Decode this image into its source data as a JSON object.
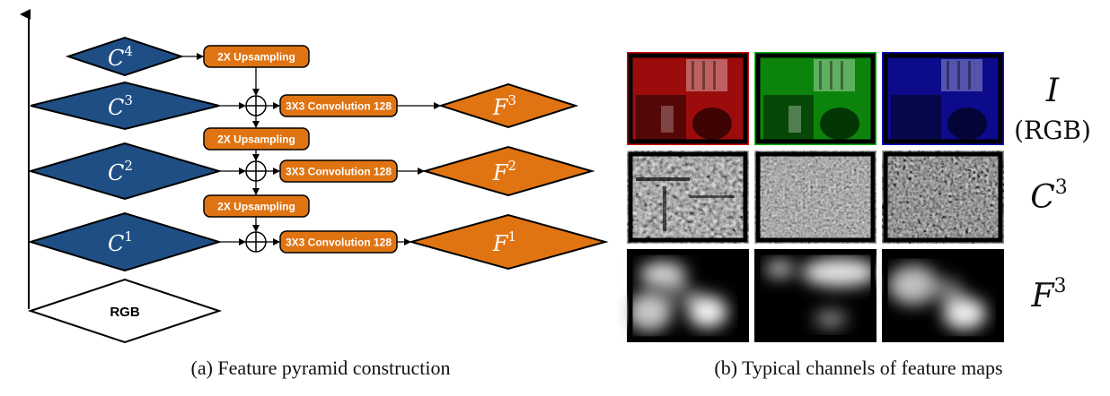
{
  "colors": {
    "blue": "#1f4e85",
    "orange": "#e07412",
    "outline": "#000000",
    "white": "#ffffff"
  },
  "panel_a": {
    "caption": "(a) Feature pyramid construction",
    "rgb_label": "RGB",
    "c_levels": [
      {
        "base": "C",
        "sup": "4"
      },
      {
        "base": "C",
        "sup": "3"
      },
      {
        "base": "C",
        "sup": "2"
      },
      {
        "base": "C",
        "sup": "1"
      }
    ],
    "f_levels": [
      {
        "base": "F",
        "sup": "3"
      },
      {
        "base": "F",
        "sup": "2"
      },
      {
        "base": "F",
        "sup": "1"
      }
    ],
    "upsampling_label": "2X Upsampling",
    "convolution_label": "3X3 Convolution 128"
  },
  "panel_b": {
    "caption": "(b) Typical channels of feature maps",
    "row_labels": [
      {
        "base": "I",
        "sup": "",
        "sub": "(RGB)"
      },
      {
        "base": "C",
        "sup": "3",
        "sub": ""
      },
      {
        "base": "F",
        "sup": "3",
        "sub": ""
      }
    ],
    "row_i_channels": [
      "red",
      "green",
      "blue"
    ],
    "row_i_colors": [
      "#d01010",
      "#10b010",
      "#1010c8"
    ]
  }
}
